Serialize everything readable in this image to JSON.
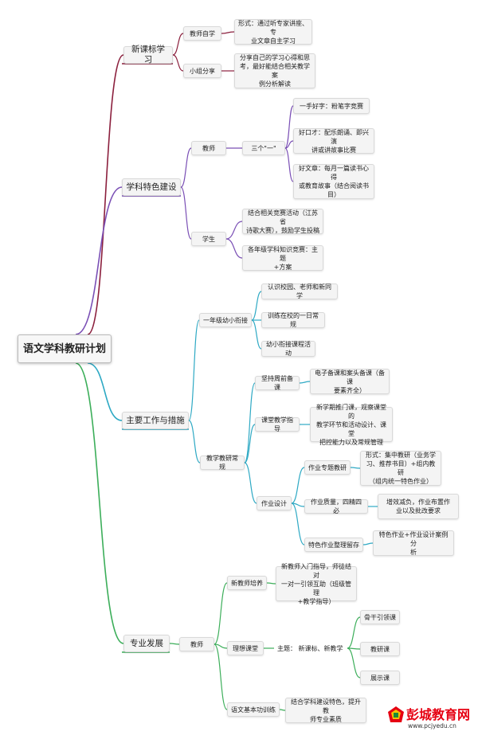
{
  "mindmap": {
    "root": "语文学科教研计划",
    "branches": {
      "curriculum": {
        "title": "新课标学习",
        "self_study": {
          "label": "教师自学",
          "detail": "形式：通过听专家讲座、专\n业文章自主学习"
        },
        "group_share": {
          "label": "小组分享",
          "detail": "分享自己的学习心得和思\n考，最好能结合相关教学案\n例分析解读"
        }
      },
      "features": {
        "title": "学科特色建设",
        "teacher": {
          "label": "教师",
          "three_one": "三个\"一\"",
          "items": [
            "一手好字：粉笔字竞赛",
            "好口才：配乐朗诵、即兴演\n讲或讲故事比赛",
            "好文章：每月一篇读书心得\n或教育故事（结合阅读书\n目）"
          ]
        },
        "student": {
          "label": "学生",
          "items": [
            "结合相关竞赛活动（江苏省\n诗歌大赛），鼓励学生投稿",
            "各年级学科知识竞赛：主题\n+方案"
          ]
        }
      },
      "main_work": {
        "title": "主要工作与措施",
        "transition": {
          "label": "一年级幼小衔接",
          "items": [
            "认识校园、老师和新同学",
            "训练在校的一日常规",
            "幼小衔接课程活动"
          ]
        },
        "routine": {
          "label": "教学教研常规",
          "prep": {
            "label": "坚持周前备课",
            "detail": "电子备课和案头备课（备课\n要素齐全）"
          },
          "guidance": {
            "label": "课堂教学指导",
            "detail": "新学期推门课，观察课堂的\n教学环节和活动设计、课堂\n把控能力以及常规管理"
          },
          "homework": {
            "label": "作业设计",
            "topic": {
              "label": "作业专题教研",
              "detail": "形式：集中教研（业务学\n习、推荐书目）+组内教研\n（组内统一特色作业）"
            },
            "quality": {
              "label": "作业质量，四精四必",
              "detail": "增效减负，作业布置作\n业以及批改要求"
            },
            "archive": {
              "label": "特色作业整理留存",
              "detail": "特色作业+作业设计案例分\n析"
            }
          }
        }
      },
      "development": {
        "title": "专业发展",
        "teacher": {
          "label": "教师",
          "new_teacher": {
            "label": "新教师培养",
            "detail": "新教师入门指导，师徒结对\n一对一引领互助（班级管理\n+教学指导）"
          },
          "ideal_class": {
            "label": "理想课堂",
            "theme": "主题： 新课标、新教学",
            "items": [
              "骨干引领课",
              "教研课",
              "展示课"
            ]
          },
          "skills": {
            "label": "语文基本功训练",
            "detail": "结合学科建设特色，提升教\n师专业素质"
          }
        }
      }
    }
  },
  "watermark": {
    "title": "彭城教育网",
    "url": "www.pcjyedu.cn"
  },
  "colors": {
    "curriculum": "#8b1f3d",
    "features": "#7a4fb5",
    "main_work": "#2ea9c4",
    "development": "#3cae5a",
    "logo_red": "#e60012"
  }
}
